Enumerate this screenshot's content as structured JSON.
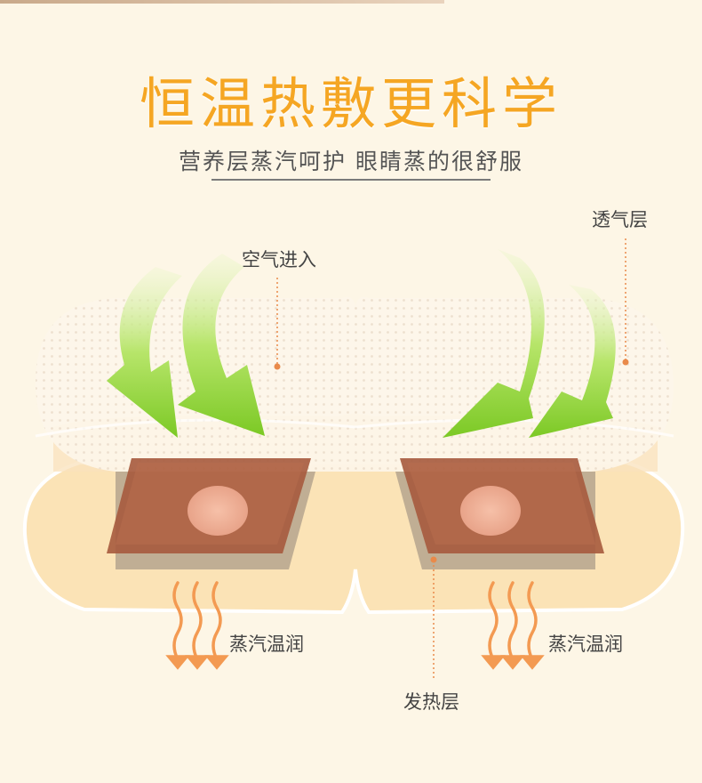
{
  "title": "恒温热敷更科学",
  "subtitle": "营养层蒸汽呵护  眼睛蒸的很舒服",
  "labels": {
    "air_in": "空气进入",
    "breathable_layer": "透气层",
    "steam_left": "蒸汽温润",
    "steam_right": "蒸汽温润",
    "heating_layer": "发热层"
  },
  "colors": {
    "title": "#f5a623",
    "arrow_green": "#8bd234",
    "heating_pad": "#a45a3f",
    "steam_orange": "#f39a52",
    "leader_line": "#e98a4a"
  }
}
